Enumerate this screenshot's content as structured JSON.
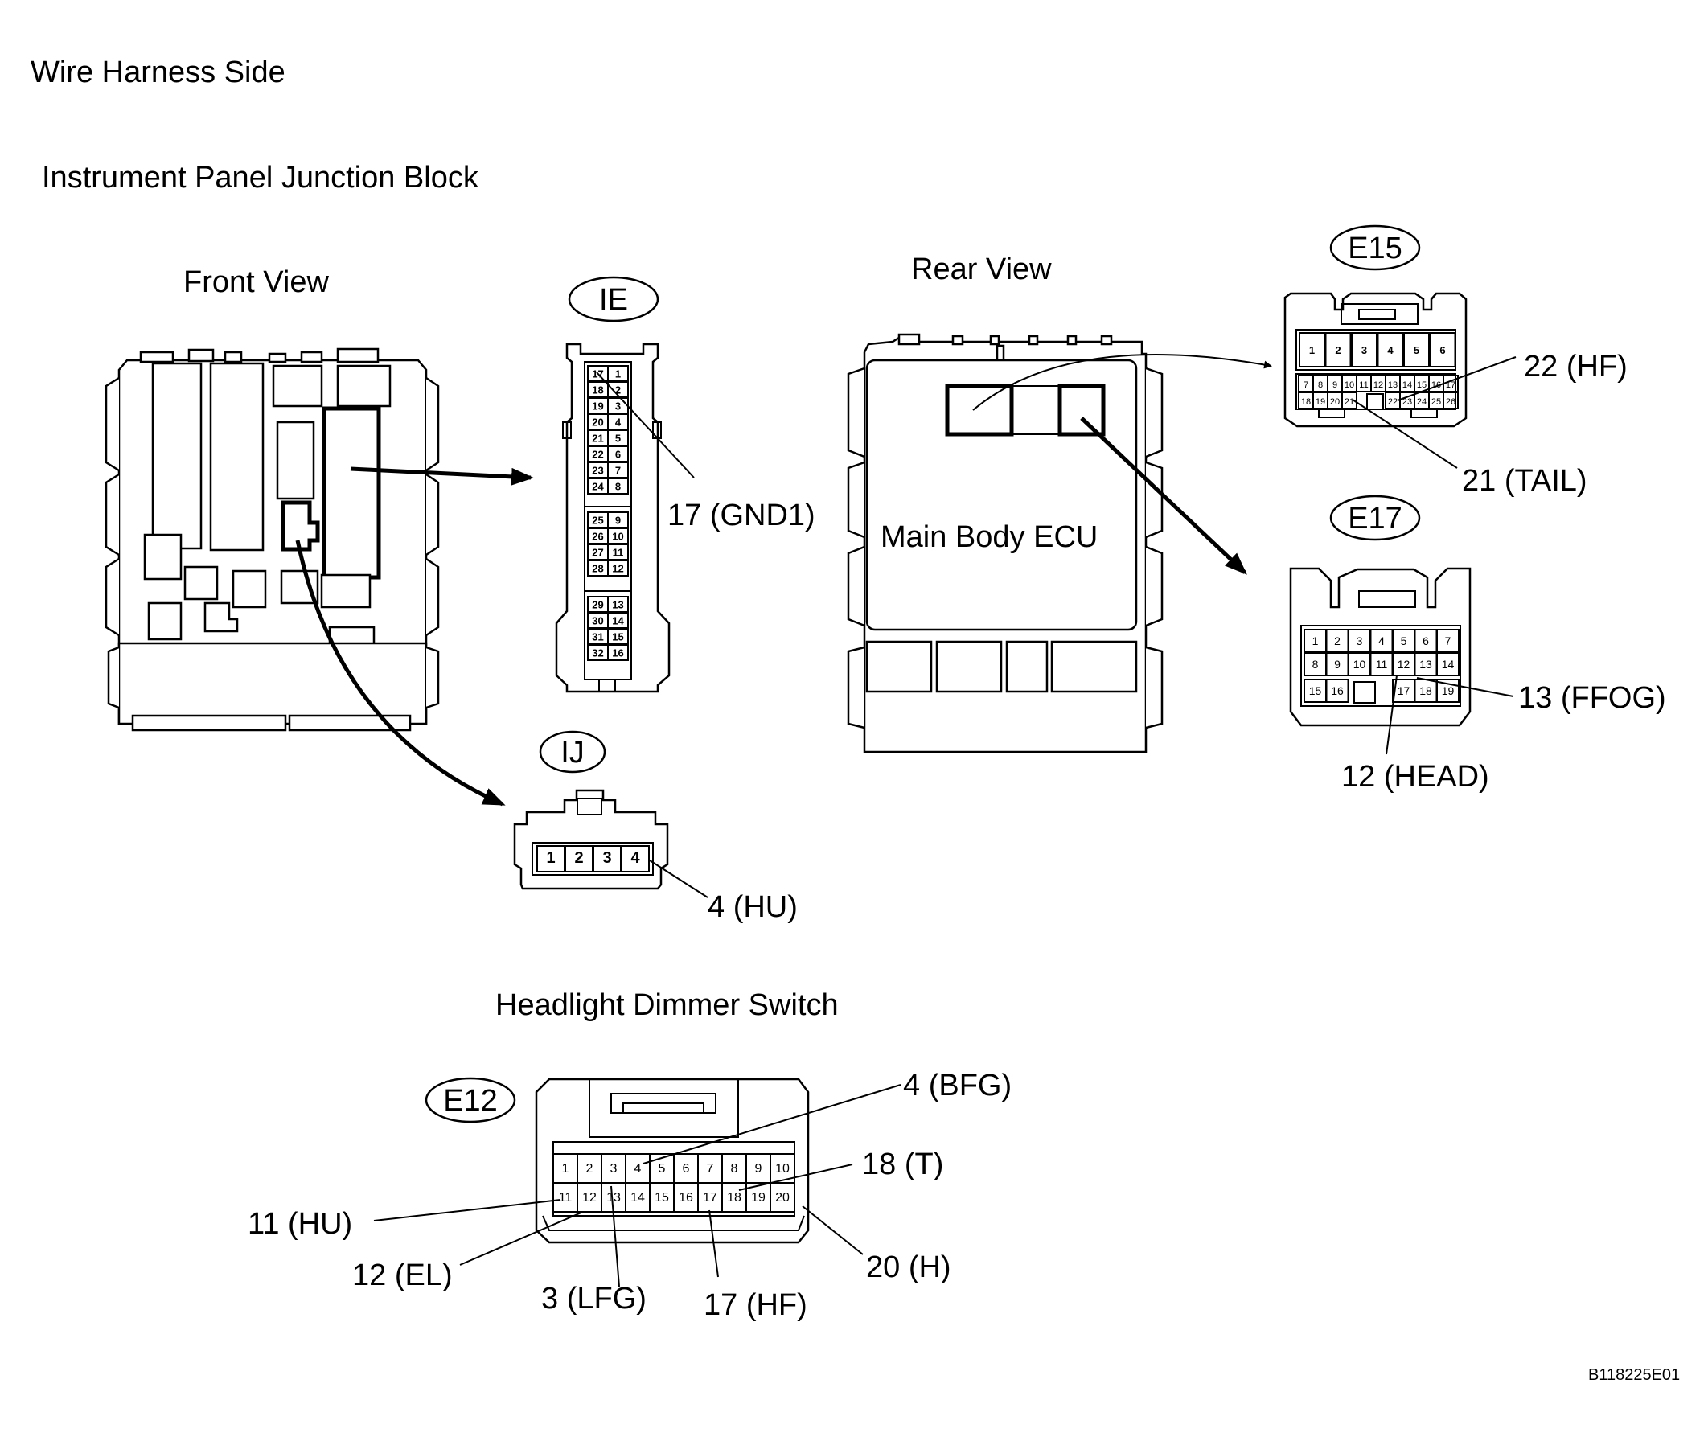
{
  "header": {
    "title": "Wire Harness Side",
    "section": "Instrument Panel Junction Block",
    "front_view": "Front View",
    "rear_view": "Rear View",
    "ecu_label": "Main Body ECU",
    "switch_title": "Headlight Dimmer Switch",
    "figure_code": "B118225E01"
  },
  "connectors": {
    "ie": {
      "name": "IE",
      "pins": [
        "17",
        "1",
        "18",
        "2",
        "19",
        "3",
        "20",
        "4",
        "21",
        "5",
        "22",
        "6",
        "23",
        "7",
        "24",
        "8",
        "25",
        "9",
        "26",
        "10",
        "27",
        "11",
        "28",
        "12",
        "29",
        "13",
        "30",
        "14",
        "31",
        "15",
        "32",
        "16"
      ],
      "callouts": [
        "17 (GND1)"
      ]
    },
    "ij": {
      "name": "IJ",
      "pins": [
        "1",
        "2",
        "3",
        "4"
      ],
      "callouts": [
        "4 (HU)"
      ]
    },
    "e15": {
      "name": "E15",
      "pins": [
        "1",
        "2",
        "3",
        "4",
        "5",
        "6",
        "7",
        "8",
        "9",
        "10",
        "11",
        "12",
        "13",
        "14",
        "15",
        "16",
        "17",
        "18",
        "19",
        "20",
        "21",
        "22",
        "23",
        "24",
        "25",
        "26"
      ],
      "callouts": [
        "22 (HF)",
        "21 (TAIL)"
      ]
    },
    "e17": {
      "name": "E17",
      "pins": [
        "1",
        "2",
        "3",
        "4",
        "5",
        "6",
        "7",
        "8",
        "9",
        "10",
        "11",
        "12",
        "13",
        "14",
        "15",
        "16",
        "17",
        "18",
        "19"
      ],
      "callouts": [
        "13 (FFOG)",
        "12 (HEAD)"
      ]
    },
    "e12": {
      "name": "E12",
      "pins": [
        "1",
        "2",
        "3",
        "4",
        "5",
        "6",
        "7",
        "8",
        "9",
        "10",
        "11",
        "12",
        "13",
        "14",
        "15",
        "16",
        "17",
        "18",
        "19",
        "20"
      ],
      "callouts": [
        "4 (BFG)",
        "18 (T)",
        "11 (HU)",
        "12 (EL)",
        "3 (LFG)",
        "17 (HF)",
        "20 (H)"
      ]
    }
  }
}
